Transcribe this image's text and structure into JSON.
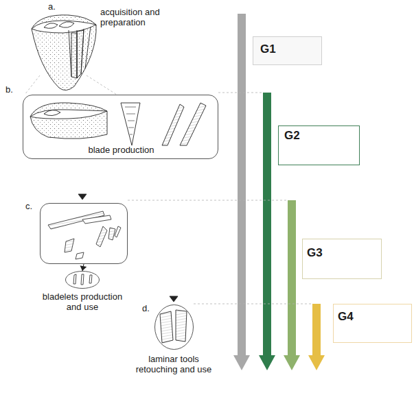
{
  "diagram": {
    "nodes": [
      {
        "text": [
          "G1"
        ]
      },
      {
        "text": [
          "b.",
          "blade production"
        ]
      },
      {
        "text": [
          "G2"
        ]
      },
      {
        "text": [
          "c."
        ]
      },
      {
        "text": [
          "G3"
        ]
      },
      {
        "text": [
          "bladelets production and use"
        ]
      },
      {
        "text": [
          "d.",
          "laminar tools retouching and use"
        ]
      },
      {
        "text": [
          "G4"
        ]
      }
    ],
    "edges": [
      {
        "from": 3,
        "to": 5,
        "arrow": "to"
      }
    ],
    "labels": [
      "a.",
      "acquisition and preparation"
    ]
  }
}
